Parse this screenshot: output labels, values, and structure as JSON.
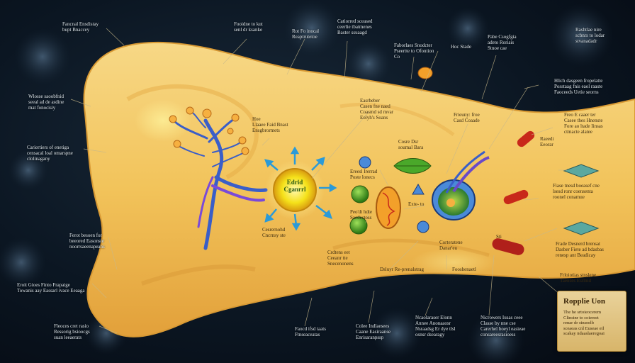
{
  "labels": {
    "top_left": "Fancnal Ensdistay\nbupt Bnaccey",
    "top_2": "Fooidne to kut\nsenl dr ksanke",
    "top_3": "Rot Fo inocal\nReaptrutetoe",
    "top_4": "Catiorred sceased\nceerlie tbatmenes\nBaster ssuaagd",
    "top_5": "Faborlaes Snodcter\nPseertte to Ofontion\nCo",
    "top_6": "Hoc Stade",
    "top_7": "Pabe Csogfgia\nadeto Roriais\nStnoe cae",
    "top_right": "Rashtlae nire\nscbnrs to lodar\nstvanadadr",
    "left_1": "Wlosse saoobfnid\nseeal ad de asdine\nmat fonocisiy",
    "left_2": "Cariertiers of enetiga\ncensacal loal omarspne\nclolinagany",
    "left_3": "Ferot besoen for\nbeeored Easonste\nnoorrsaeenapeans",
    "left_4": "Eroit Gioes Finto Frapaige\nTowanis aay Eassarl ivace Eeaaga",
    "left_5": "Fleoces cret rasio\nRessorig bsioocgs\nsuan leeaerats",
    "mid_a": "Hoe\nLlaaee Faid Bnast\nEnsgbrormets",
    "mid_b": "Easrbeber\nCasen fne naed\nCoasmd sd mvar\nEolyh's Soans",
    "mid_c": "Frieuny: froe\nCasd Coaade",
    "mid_d": "Cosre Dsr\nsoumal Bara",
    "mid_e": "Ereesl Irerrad\nPoste lonecs",
    "mid_f": "Peo'dt hdte\nSaedestoss",
    "mid_g": "Cesrernohd\nCncrnsy ste",
    "mid_h": "Crdtens eet\nCeeanr tte\nSnecenonens",
    "mid_i": "Dsluyr Re-prenalstrag",
    "mid_j": "Corteratene\nDanar'eu",
    "mid_k": "Fooshenaetl",
    "mid_l": "Exte- to",
    "mid_m": "Sti",
    "right_1": "Hlich dasgeen fropelatte\nPosstaag fnis eaol raaste\nFaoceeds Uetie seorns",
    "right_2": "Freo E caaer ter\nCasee thes Hnenste\nFore ao ltade Iinsas\nctmacte alatee",
    "right_3": "Raeedi\nEeorar",
    "right_4": "Fiase tnesd boeasef cne\nlsesd ronr coensenta\nroonel conamue",
    "right_5": "Frade Desnerd brensat\nDasber Fiete ad bdasbas\nrenesp ant Beadicay",
    "right_6": "Frloiotias stnslene\nTaenses Esrlnid",
    "bottom_1": "Faocd ifsd taats\nFtnseaceatas",
    "bottom_2": "Colee Indlaesees\nCaane Easiraanse\nEnrisaranpssp",
    "bottom_3": "Ncaolaraser Elonn\nAnnee Anonaaosr\nNsraadsg Er dye tlsl\nosnsr dsearagy",
    "bottom_4": "Nicrowers Iusas ceee\nClasse by nne cse\nCarerhel boeyl easieae\nconsareesrasioess"
  },
  "center": {
    "label": "Edrid\nCganrrl"
  },
  "info_box": {
    "title": "Ropplie Uon",
    "text": "The he srtoieocerem\nClinstnr to coiereet\nrenar dr stnseelb\nsceaeas cnl Euseae eil\nscakay ndaaslaeregoai"
  },
  "colors": {
    "tissue": "#f2c760",
    "tissue_edge": "#e8a93c",
    "nerve": "#3a5ec8",
    "center_glow": "#f5e21a",
    "green_cell": "#4aa82a",
    "red_cell": "#c8281a",
    "info_bg": "#e2c480"
  }
}
